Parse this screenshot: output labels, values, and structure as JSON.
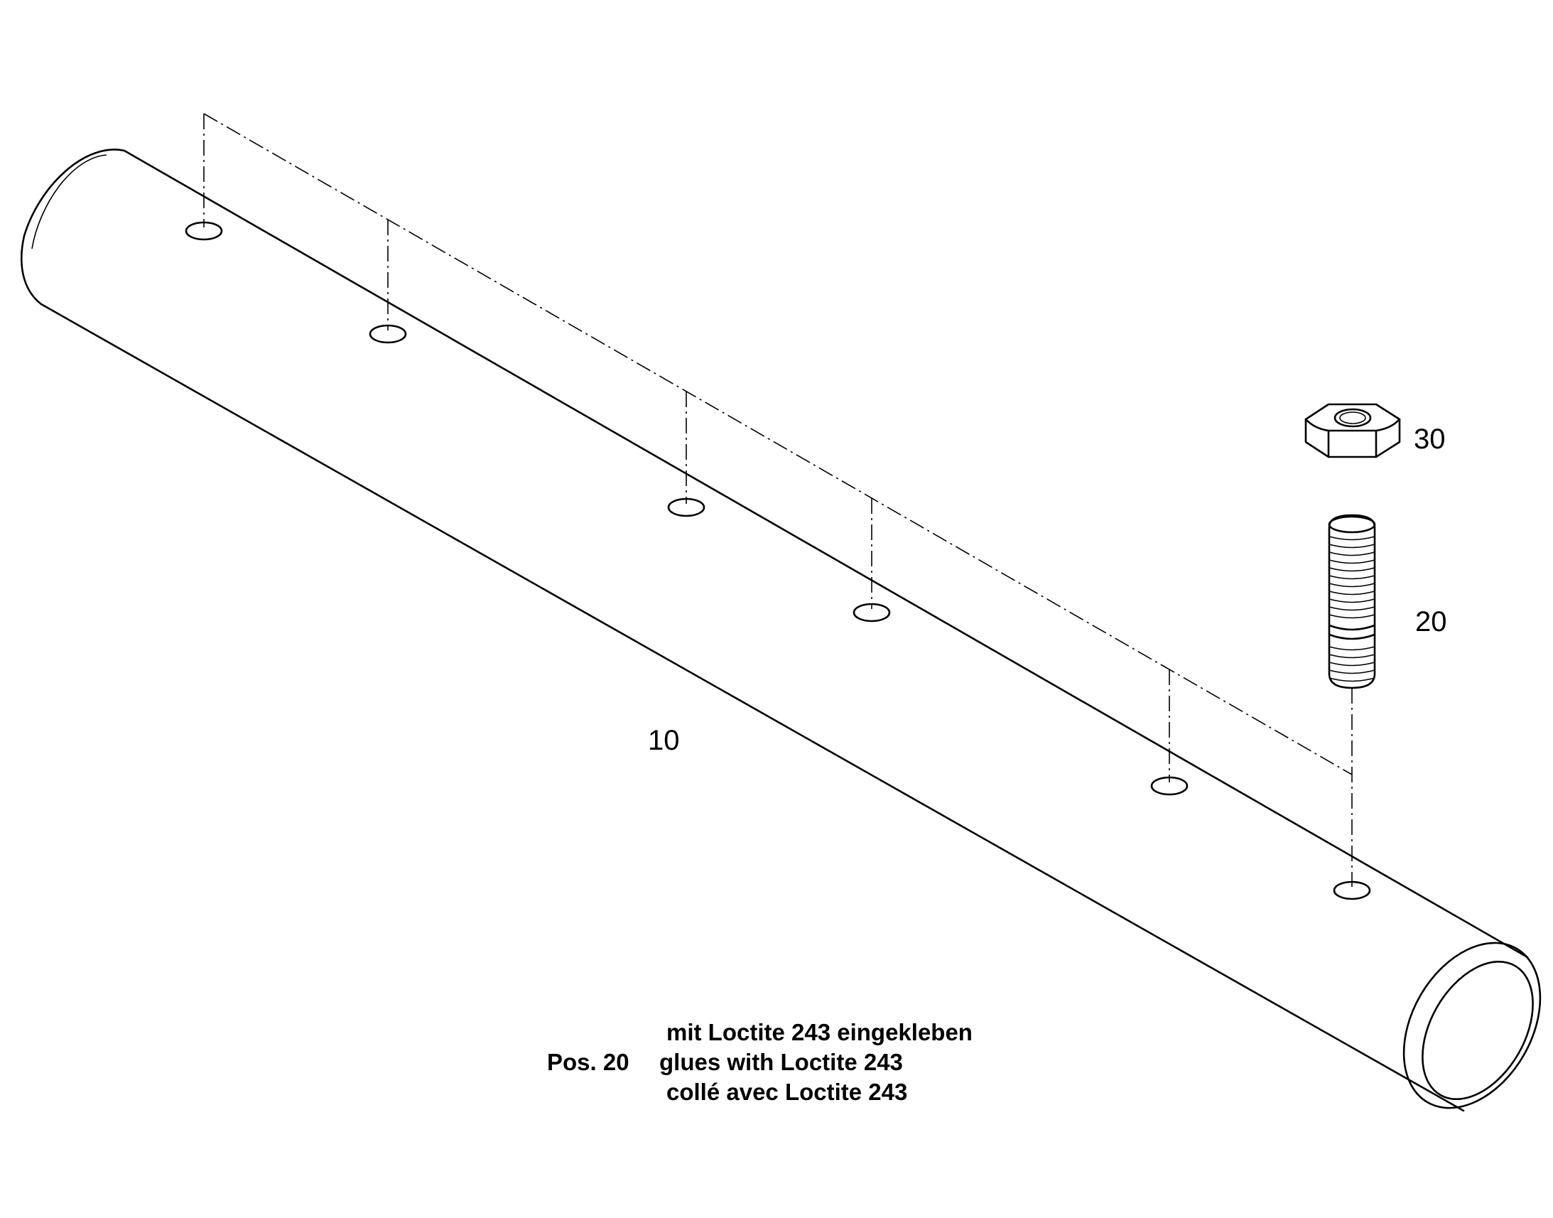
{
  "parts": {
    "shaft": {
      "callout": "10"
    },
    "stud": {
      "callout": "20"
    },
    "nut": {
      "callout": "30"
    }
  },
  "note": {
    "position_ref": "Pos. 20",
    "line_de": "mit Loctite 243 eingekleben",
    "line_en": "glues with Loctite 243",
    "line_fr": "collé avec Loctite 243"
  }
}
